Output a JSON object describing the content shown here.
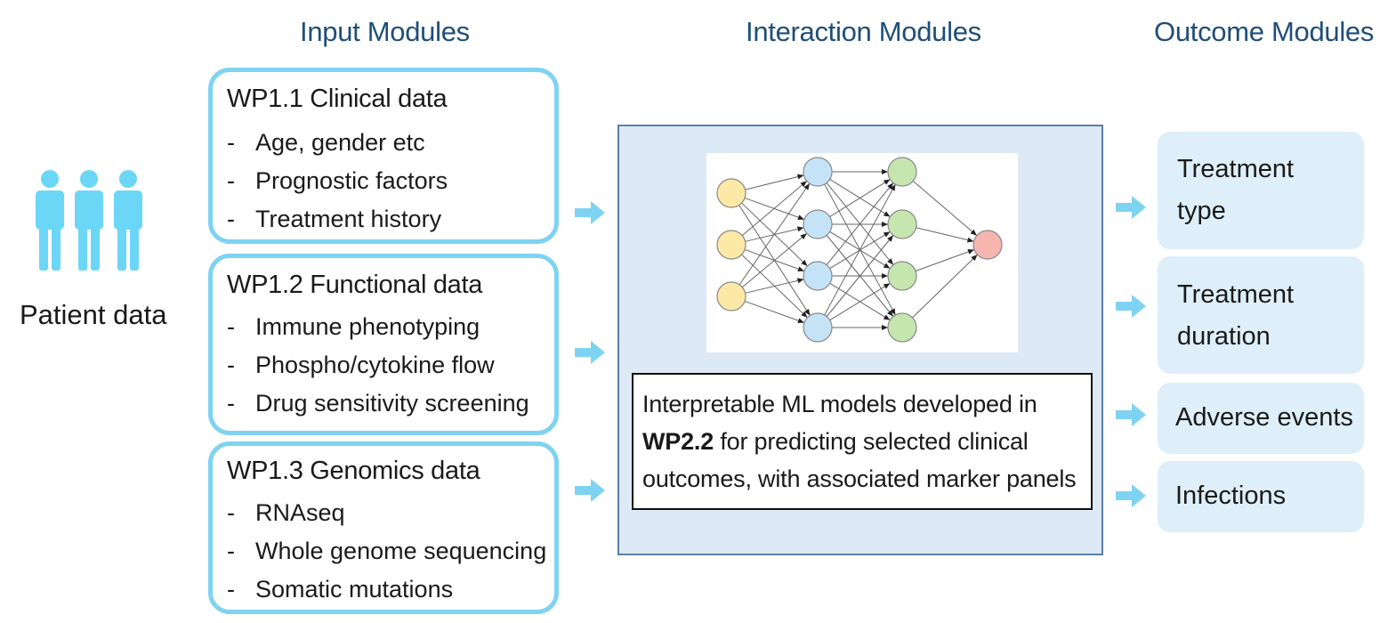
{
  "headers": {
    "input": "Input Modules",
    "interaction": "Interaction Modules",
    "outcome": "Outcome Modules"
  },
  "patient": {
    "label": "Patient data",
    "icon": "people-icon",
    "color": "#6cd6f7"
  },
  "input_modules": [
    {
      "title": "WP1.1 Clinical data",
      "items": [
        "Age, gender etc",
        "Prognostic factors",
        "Treatment history"
      ]
    },
    {
      "title": "WP1.2 Functional data",
      "items": [
        "Immune phenotyping",
        "Phospho/cytokine flow",
        "Drug sensitivity screening"
      ]
    },
    {
      "title": "WP1.3 Genomics data",
      "items": [
        "RNAseq",
        "Whole genome sequencing",
        "Somatic mutations"
      ]
    }
  ],
  "dash": "-",
  "interaction": {
    "network_icon": "neural-network-icon",
    "layers": [
      3,
      4,
      4,
      1
    ],
    "layer_colors": [
      "#fde9a6",
      "#c5e3f7",
      "#c6e6b0",
      "#f7b5b0"
    ],
    "description_bold": "WP2.2",
    "description_line1": "Interpretable ML models developed in",
    "description_line2_after": " for predicting selected clinical",
    "description_line3": "outcomes, with associated marker panels"
  },
  "outcome_modules": [
    {
      "line1": "Treatment",
      "line2": "type"
    },
    {
      "line1": "Treatment",
      "line2": "duration"
    },
    {
      "line1": "Adverse events",
      "line2": ""
    },
    {
      "line1": "Infections",
      "line2": ""
    }
  ],
  "colors": {
    "accent": "#7fd3f2",
    "arrow": "#7fd3f2",
    "header": "#1f4e79",
    "panel_bg": "#dde9f5",
    "panel_border": "#5a7fa8",
    "outcome_bg": "#deeffa"
  }
}
